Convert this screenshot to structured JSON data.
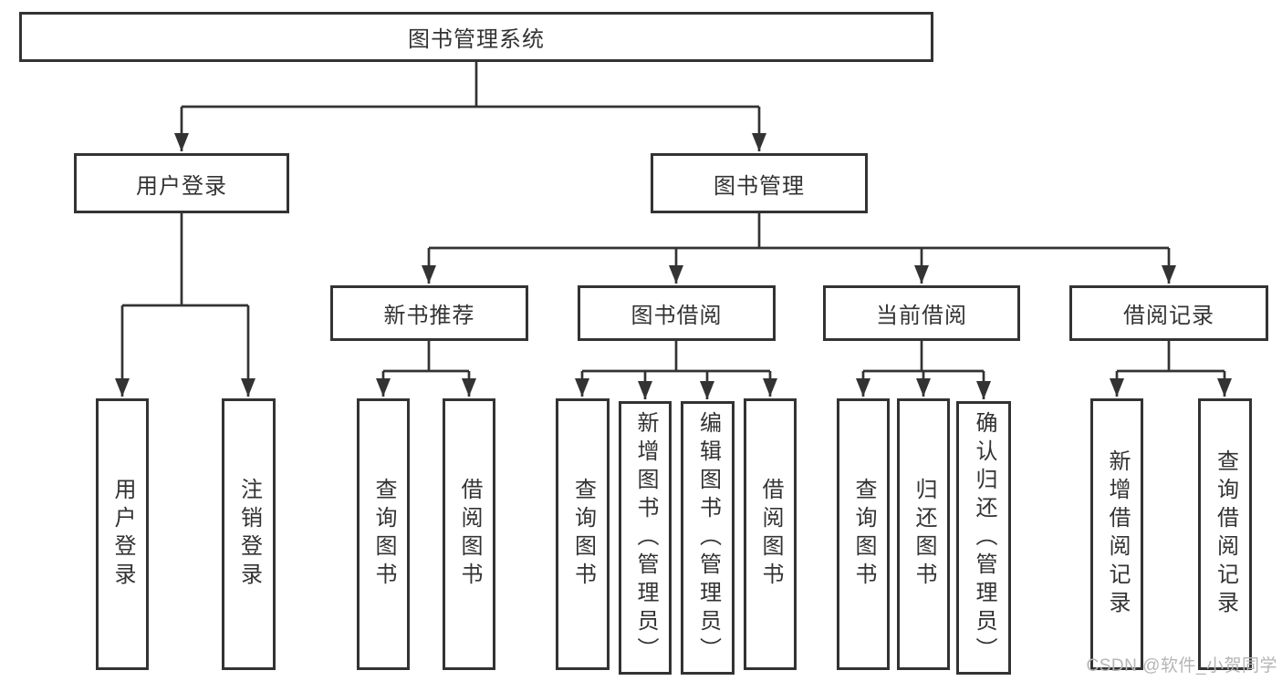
{
  "diagram_type": "hierarchy-tree",
  "tree": {
    "root": {
      "label": "图书管理系统",
      "children": [
        {
          "label": "用户登录",
          "children": [
            {
              "label": "用户登录"
            },
            {
              "label": "注销登录"
            }
          ]
        },
        {
          "label": "图书管理",
          "children": [
            {
              "label": "新书推荐",
              "children": [
                {
                  "label": "查询图书"
                },
                {
                  "label": "借阅图书"
                }
              ]
            },
            {
              "label": "图书借阅",
              "children": [
                {
                  "label": "查询图书"
                },
                {
                  "label": "新增图书（管理员）"
                },
                {
                  "label": "编辑图书（管理员）"
                },
                {
                  "label": "借阅图书"
                }
              ]
            },
            {
              "label": "当前借阅",
              "children": [
                {
                  "label": "查询图书"
                },
                {
                  "label": "归还图书"
                },
                {
                  "label": "确认归还（管理员）"
                }
              ]
            },
            {
              "label": "借阅记录",
              "children": [
                {
                  "label": "新增借阅记录"
                },
                {
                  "label": "查询借阅记录"
                }
              ]
            }
          ]
        }
      ]
    }
  },
  "watermark": "CSDN @软件_小贺同学",
  "colors": {
    "line": "#333333",
    "box_border": "#333333",
    "box_bg": "#ffffff",
    "text": "#333333",
    "watermark": "#b5b5b5",
    "background": "#ffffff"
  }
}
